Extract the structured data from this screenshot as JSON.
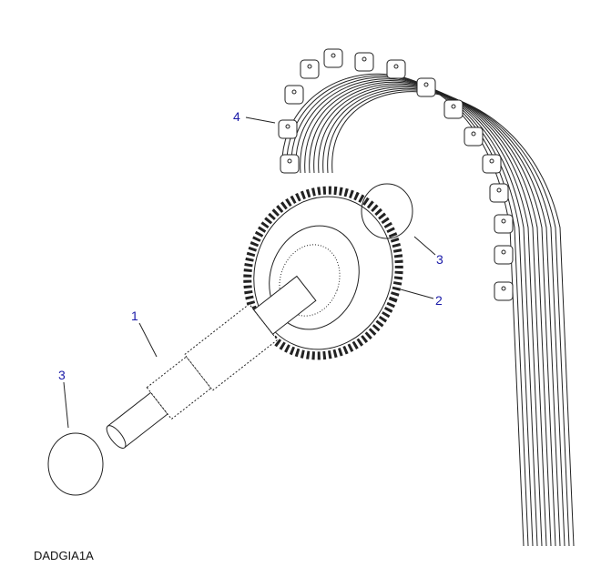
{
  "callouts": [
    {
      "number": "4",
      "part": "chain"
    },
    {
      "number": "3",
      "part": "circlip-upper"
    },
    {
      "number": "2",
      "part": "gear"
    },
    {
      "number": "1",
      "part": "shaft"
    },
    {
      "number": "3",
      "part": "circlip-lower"
    }
  ],
  "diagram_code": "DADGIA1A",
  "colors": {
    "callout": "#1a1aa8",
    "line": "#222222"
  }
}
